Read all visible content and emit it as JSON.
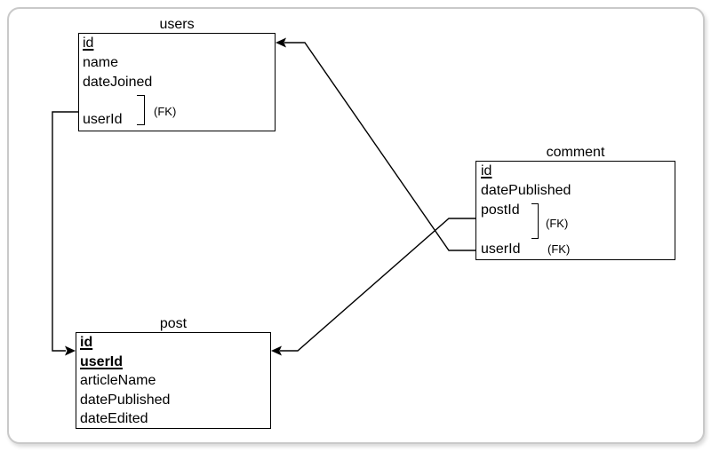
{
  "diagram_type": "entity-relationship",
  "entities": {
    "users": {
      "title": "users",
      "fields": [
        {
          "name": "id",
          "annotation": ""
        },
        {
          "name": "name",
          "annotation": ""
        },
        {
          "name": "dateJoined",
          "annotation": ""
        },
        {
          "name": "userId",
          "annotation": "(FK)"
        }
      ]
    },
    "comment": {
      "title": "comment",
      "fields": [
        {
          "name": "id",
          "annotation": ""
        },
        {
          "name": "datePublished",
          "annotation": ""
        },
        {
          "name": "postId",
          "annotation": "(FK)"
        },
        {
          "name": "userId",
          "annotation": "(FK)"
        }
      ]
    },
    "post": {
      "title": "post",
      "fields": [
        {
          "name": "id",
          "annotation": ""
        },
        {
          "name": "userId",
          "annotation": ""
        },
        {
          "name": "articleName",
          "annotation": ""
        },
        {
          "name": "datePublished",
          "annotation": ""
        },
        {
          "name": "dateEdited",
          "annotation": ""
        }
      ]
    }
  },
  "relationships": [
    {
      "from_entity": "users",
      "from_field": "userId",
      "to_entity": "post",
      "to_field": "id"
    },
    {
      "from_entity": "comment",
      "from_field": "userId",
      "to_entity": "users",
      "to_field": "id"
    },
    {
      "from_entity": "comment",
      "from_field": "postId",
      "to_entity": "post",
      "to_field": "id"
    }
  ],
  "colors": {
    "line": "#000000",
    "text": "#000000",
    "entity_border": "#000000",
    "entity_background": "#ffffff",
    "card_border": "#c9c9c9",
    "background": "#ffffff"
  }
}
